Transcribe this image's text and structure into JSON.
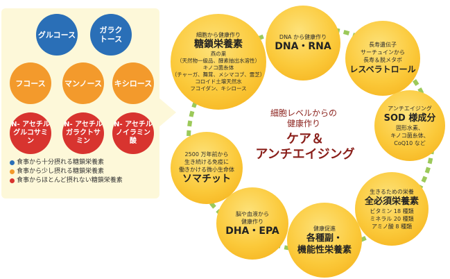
{
  "panel": {
    "chips": [
      {
        "label": "グルコース",
        "color": "blue"
      },
      {
        "label": "ガラク\nトース",
        "color": "blue"
      },
      {
        "label": "フコース",
        "color": "orange"
      },
      {
        "label": "マンノース",
        "color": "orange"
      },
      {
        "label": "キシロース",
        "color": "orange"
      },
      {
        "label": "N- アセチル\nグルコサミン",
        "color": "red"
      },
      {
        "label": "N- アセチル\nガラクトサミン",
        "color": "red"
      },
      {
        "label": "N- アセチル\nノイラミン酸",
        "color": "red"
      }
    ],
    "legend": [
      {
        "text": "食事から十分摂れる糖鎖栄養素",
        "color": "#2a6fb7"
      },
      {
        "text": "食事から少し摂れる糖鎖栄養素",
        "color": "#f39a2c"
      },
      {
        "text": "食事からほとんど摂れない糖鎖栄養素",
        "color": "#d8342f"
      }
    ]
  },
  "center": {
    "subtitle": "細胞レベルからの\n健康作り",
    "title": "ケア＆\nアンチエイジング"
  },
  "nodes": {
    "sugar": {
      "pre": "細胞から健康作り",
      "title": "糖鎖栄養素",
      "post": "燕の巣\n（天然物一級品、酵素抽出水溶性）\nキノコ菌糸体\n（チャーガ、舞茸、メシマコブ、霊芝）\nコロイド土壌天然水\nフコイダン、キシロース"
    },
    "dna": {
      "pre": "DNA から健康作り",
      "title": "DNA・RNA",
      "post": ""
    },
    "resv": {
      "pre": "長寿遺伝子\nサーチュインから\n長寿＆脱メタボ",
      "title": "レスベラトロール",
      "post": ""
    },
    "sod": {
      "pre": "アンチエイジング",
      "title": "SOD 様成分",
      "post": "固形水素、\nキノコ菌糸体、\nCoQ10 など"
    },
    "essential": {
      "pre": "生きるための栄養",
      "title": "全必須栄養素",
      "post": "ビタミン 18 種類\nミネラル 20 種類\nアミノ酸 8 種類"
    },
    "functional": {
      "pre": "健康促進",
      "title": "各種副・\n機能性栄養素",
      "post": ""
    },
    "dha": {
      "pre": "脳や血液から\n健康作り",
      "title": "DHA・EPA",
      "post": ""
    },
    "somatid": {
      "pre": "2500 万年前から\n生き続ける免疫に\n働きかける微小生命体",
      "title": "ソマチット",
      "post": ""
    }
  },
  "colors": {
    "ring": "#9cc95a",
    "blue": "#2a6fb7",
    "orange": "#f39a2c",
    "red": "#d8342f",
    "center_text": "#8a1f1a"
  }
}
